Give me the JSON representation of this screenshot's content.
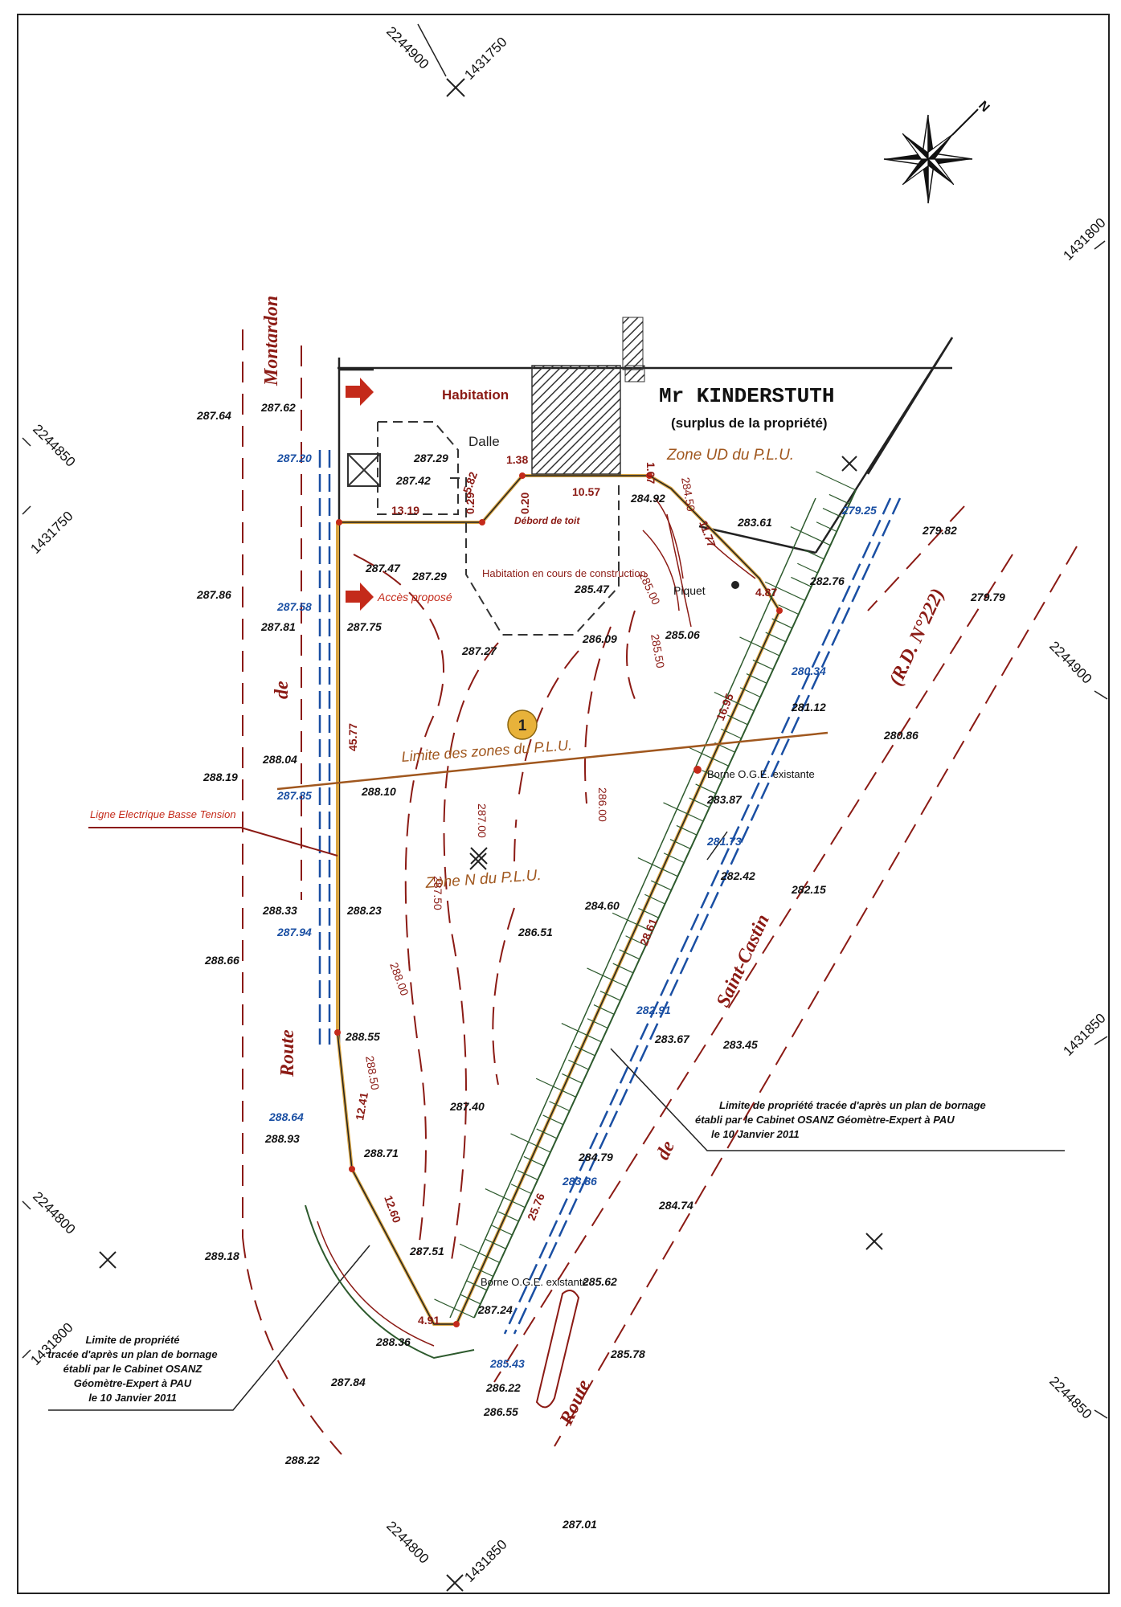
{
  "map": {
    "owner": "Mr KINDERSTUTH",
    "owner_note": "(surplus de la propriété)",
    "zone_ud": "Zone UD du P.L.U.",
    "zone_n": "Zone N du P.L.U.",
    "zone_limit": "Limite des zones du P.L.U.",
    "label_habitation": "Habitation",
    "label_dalle": "Dalle",
    "label_debord": "Débord de toit",
    "label_construction": "Habitation en cours de construction",
    "label_acces": "Accès proposé",
    "label_piquet": "Piquet",
    "label_borne_top": "Borne O.G.E. existante",
    "label_borne_bottom": "Borne O.G.E. existante",
    "label_ligne": "Ligne Electrique Basse Tension",
    "parcel_number": "1",
    "road_left_a": "Route",
    "road_left_b": "de",
    "road_left_c": "Montardon",
    "road_right_a": "Route",
    "road_right_b": "de",
    "road_right_c": "Saint-Castin",
    "road_right_rd": "(R.D. N°222)",
    "compass_n": "N",
    "note_right": [
      "Limite de propriété tracée d'après un plan de bornage",
      "établi par le Cabinet OSANZ Géomètre-Expert à PAU",
      "le 10 Janvier 2011"
    ],
    "note_left": [
      "Limite de propriété",
      "tracée d'après un plan de bornage",
      "établi par le Cabinet OSANZ",
      "Géomètre-Expert à PAU",
      "le 10 Janvier 2011"
    ],
    "grid_coords": {
      "top_a": "2244900",
      "top_b": "1431750",
      "right_1": "1431800",
      "right_2": "2244900",
      "right_3": "1431850",
      "right_4": "2244850",
      "left_1": "2244850",
      "left_2": "1431750",
      "left_3": "2244800",
      "left_4": "1431800",
      "bottom_a": "2244800",
      "bottom_b": "1431850"
    },
    "dimensions": {
      "d1319": "13.19",
      "d582": "5.82",
      "d138": "1.38",
      "d020": "0.20",
      "d029": "0.29",
      "d1057": "10.57",
      "d107": "1.07",
      "d1177": "11.77",
      "d487": "4.87",
      "d1695": "16.95",
      "d4577": "45.77",
      "d2861": "28.61",
      "d1241": "12.41",
      "d1260": "12.60",
      "d2576": "25.76",
      "d491": "4.91"
    },
    "contours": {
      "c28500": "285.00",
      "c28550": "285.50",
      "c28600": "286.00",
      "c28700": "287.00",
      "c28750": "287.50",
      "c28800": "288.00",
      "c28850": "288.50",
      "c284": "284.50"
    },
    "spot_heights_black": [
      "287.64",
      "287.62",
      "287.29",
      "287.42",
      "284.92",
      "283.61",
      "287.86",
      "287.81",
      "287.75",
      "287.47",
      "287.29",
      "285.47",
      "286.09",
      "285.06",
      "287.27",
      "288.04",
      "288.10",
      "288.19",
      "283.87",
      "282.42",
      "282.15",
      "288.33",
      "288.23",
      "284.60",
      "286.51",
      "288.66",
      "288.55",
      "283.67",
      "283.45",
      "287.40",
      "288.93",
      "288.71",
      "284.79",
      "284.74",
      "287.51",
      "289.18",
      "285.62",
      "287.24",
      "288.36",
      "285.78",
      "287.84",
      "286.22",
      "286.55",
      "288.22",
      "287.01",
      "282.76",
      "279.82",
      "279.79",
      "281.12",
      "280.86"
    ],
    "spot_heights_blue": [
      "287.20",
      "287.58",
      "287.85",
      "287.94",
      "288.64",
      "279.25",
      "280.34",
      "281.73",
      "282.91",
      "283.86",
      "285.43"
    ],
    "colors": {
      "brown": "#8b1a14",
      "blue": "#1a4fa3",
      "green": "#2d5a2d",
      "orange": "#d9a441",
      "hatch": "#555555"
    }
  }
}
